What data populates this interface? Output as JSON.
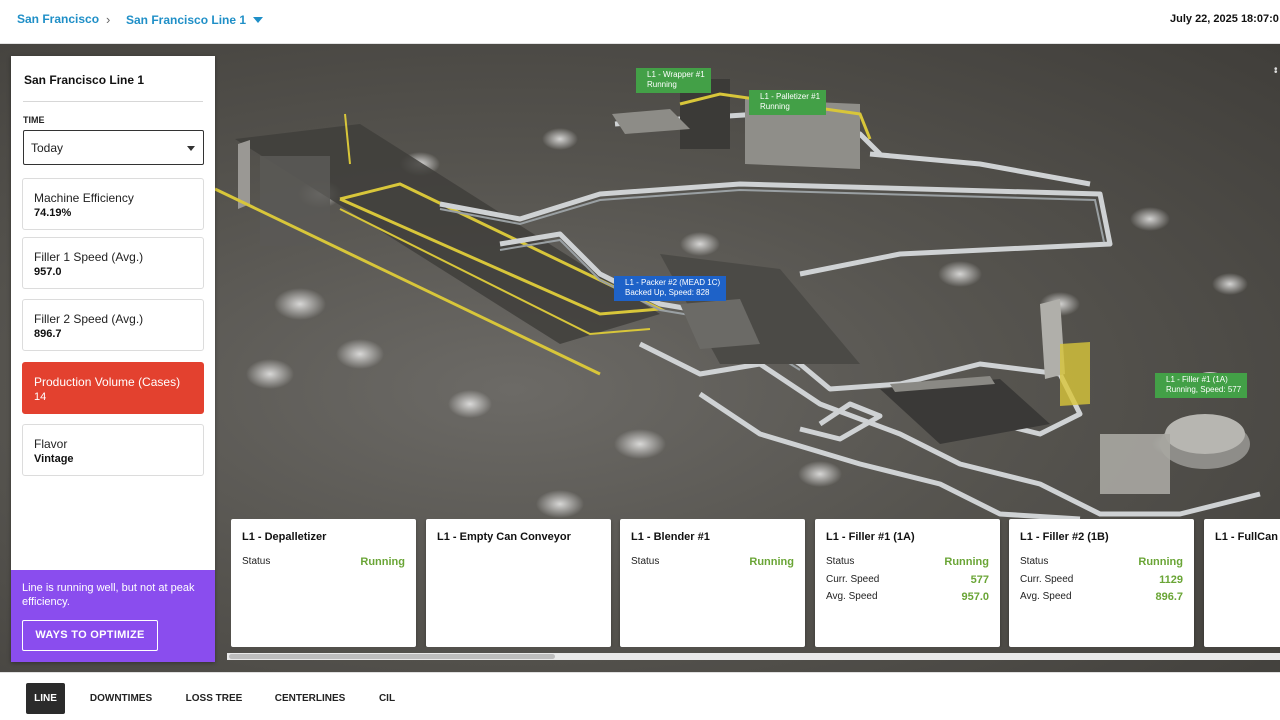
{
  "header": {
    "breadcrumb_site": "San Francisco",
    "breadcrumb_line": "San Francisco Line 1",
    "datetime": "July 22, 2025 18:07:0"
  },
  "scene": {
    "tags": {
      "wrapper": {
        "name": "L1 - Wrapper #1",
        "status": "Running"
      },
      "palletizer": {
        "name": "L1 - Palletizer #1",
        "status": "Running"
      },
      "packer": {
        "name": "L1 - Packer #2 (MEAD 1C)",
        "status": "Backed Up, Speed: 828"
      },
      "filler": {
        "name": "L1 - Filler #1 (1A)",
        "status": "Running, Speed: 577"
      }
    },
    "colors": {
      "running": "#43a047",
      "backed_up": "#1e62c8"
    }
  },
  "panel": {
    "title": "San Francisco Line 1",
    "time_label": "TIME",
    "time_value": "Today",
    "kpis": [
      {
        "name": "Machine Efficiency",
        "value": "74.19%"
      },
      {
        "name": "Filler 1 Speed (Avg.)",
        "value": "957.0"
      },
      {
        "name": "Filler 2 Speed (Avg.)",
        "value": "896.7"
      },
      {
        "name": "Production Volume (Cases)",
        "value": "14"
      },
      {
        "name": "Flavor",
        "value": "Vintage"
      }
    ],
    "alert_color": "#e3412f",
    "optimize_message": "Line is running well, but not at peak efficiency.",
    "optimize_button": "WAYS TO OPTIMIZE",
    "optimize_color": "#8a4dee"
  },
  "cards": [
    {
      "title": "L1 - Depalletizer",
      "status_label": "Status",
      "status": "Running"
    },
    {
      "title": "L1 - Empty Can Conveyor"
    },
    {
      "title": "L1 - Blender #1",
      "status_label": "Status",
      "status": "Running"
    },
    {
      "title": "L1 - Filler #1 (1A)",
      "status_label": "Status",
      "status": "Running",
      "curr_label": "Curr. Speed",
      "curr": "577",
      "avg_label": "Avg. Speed",
      "avg": "957.0"
    },
    {
      "title": "L1 - Filler #2 (1B)",
      "status_label": "Status",
      "status": "Running",
      "curr_label": "Curr. Speed",
      "curr": "1129",
      "avg_label": "Avg. Speed",
      "avg": "896.7"
    },
    {
      "title": "L1 - FullCan"
    }
  ],
  "tabs": [
    "LINE",
    "DOWNTIMES",
    "LOSS TREE",
    "CENTERLINES",
    "CIL"
  ],
  "active_tab": "LINE"
}
